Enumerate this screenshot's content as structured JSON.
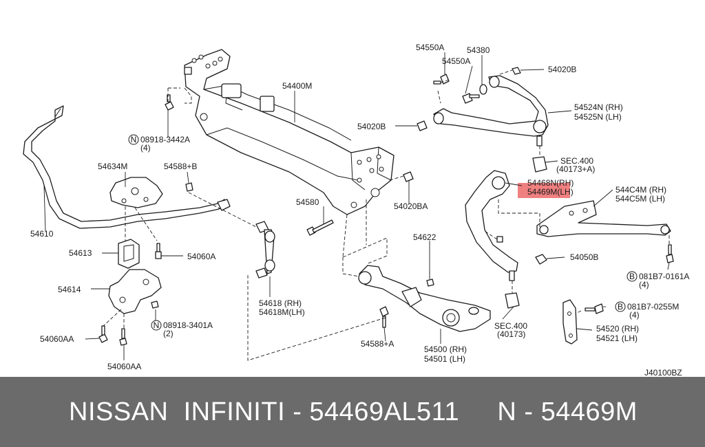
{
  "diagram": {
    "code": "J40100BZ",
    "highlight_color": "#f08080",
    "labels": {
      "p54550A_1": "54550A",
      "p54380": "54380",
      "p54550A_2": "54550A",
      "p54020B_1": "54020B",
      "p54400M": "54400M",
      "p54524N": "54524N (RH)",
      "p54525N": "54525N (LH)",
      "p54020B_2": "54020B",
      "p08918_3442A": "08918-3442A",
      "p08918_3442A_qty": "(4)",
      "sec400_1": "SEC.400",
      "sec400_1_ref": "(40173+A)",
      "p54634M": "54634M",
      "p54588B": "54588+B",
      "p54468N": "54468N(RH)",
      "p54469M": "54469M(LH)",
      "p544C4M": "544C4M (RH)",
      "p544C5M": "544C5M (LH)",
      "p54580": "54580",
      "p54020BA": "54020BA",
      "p54610": "54610",
      "p54622": "54622",
      "p54613": "54613",
      "p54060A": "54060A",
      "p54050B": "54050B",
      "p081B7_0161A": "081B7-0161A",
      "p081B7_0161A_qty": "(4)",
      "p54614": "54614",
      "p54618": "54618 (RH)",
      "p54618M": "54618M(LH)",
      "p081B7_0255M": "081B7-0255M",
      "p081B7_0255M_qty": "(4)",
      "p08918_3401A": "08918-3401A",
      "p08918_3401A_qty": "(2)",
      "sec400_2": "SEC.400",
      "sec400_2_ref": "(40173)",
      "p54520": "54520 (RH)",
      "p54521": "54521 (LH)",
      "p54060AA_1": "54060AA",
      "p54588A": "54588+A",
      "p54500": "54500 (RH)",
      "p54501": "54501 (LH)",
      "p54060AA_2": "54060AA",
      "circle_n": "N",
      "circle_b": "B"
    }
  },
  "footer": {
    "text": "NISSAN  INFINITI - 54469AL511     N - 54469M"
  }
}
